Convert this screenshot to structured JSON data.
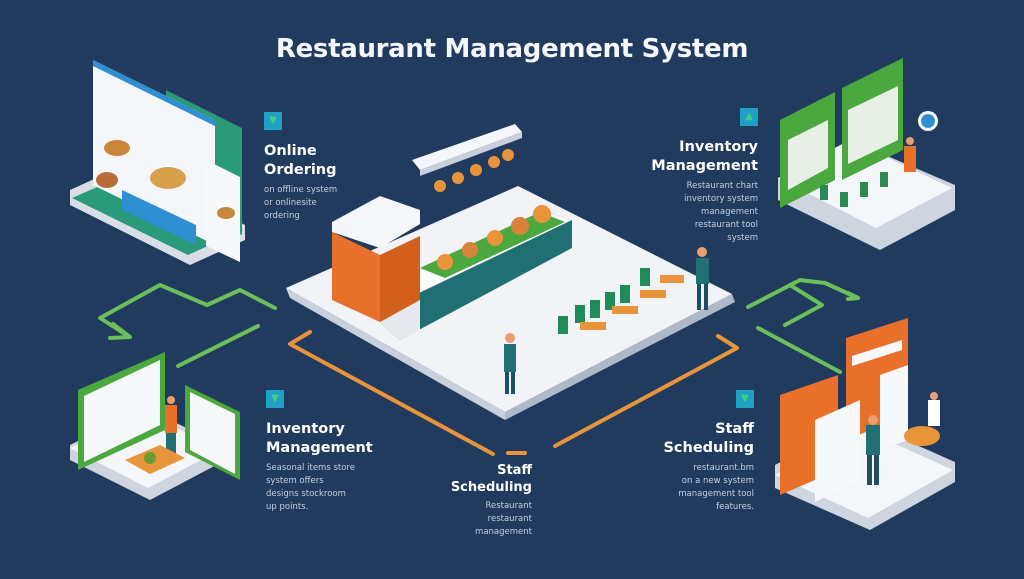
{
  "title": "Restaurant Management System",
  "colors": {
    "background": "#213b5f",
    "badge": "#1fa1c6",
    "connector_green": "#6cbf5a",
    "connector_orange": "#e8943a",
    "platform_top": "#f2f4f7",
    "platform_side": "#c9d0dc",
    "counter_teal": "#1f6f73",
    "accent_orange": "#e8702a",
    "screen_green": "#4aa83e"
  },
  "modules": [
    {
      "id": "online-ordering",
      "icon": "module-badge-icon",
      "heading_lines": [
        "Online",
        "Ordering"
      ],
      "desc_lines": [
        "on offline system",
        "or onlinesite",
        "ordering"
      ],
      "illustration": "laptop-and-phone-ordering-screen"
    },
    {
      "id": "inventory-management-top",
      "icon": "module-badge-icon",
      "heading_lines": [
        "Inventory",
        "Management"
      ],
      "desc_lines": [
        "Restaurant chart",
        "inventory system",
        "management",
        "restaurant tool",
        "system"
      ],
      "illustration": "green-screens-dining-table"
    },
    {
      "id": "inventory-management-bottom",
      "icon": "module-badge-icon",
      "heading_lines": [
        "Inventory",
        "Management"
      ],
      "desc_lines": [
        "Seasonal items store",
        "system offers",
        "designs stockroom",
        "up points."
      ],
      "illustration": "green-menu-boards"
    },
    {
      "id": "staff-scheduling-center",
      "icon": "",
      "heading_lines": [
        "Staff",
        "Scheduling"
      ],
      "desc_lines": [
        "Restaurant restaurant",
        "management"
      ],
      "illustration": ""
    },
    {
      "id": "staff-scheduling-right",
      "icon": "module-badge-icon",
      "heading_lines": [
        "Staff",
        "Scheduling"
      ],
      "desc_lines": [
        "restaurant.bm",
        "on a new system",
        "management tool",
        "features."
      ],
      "illustration": "orange-schedule-boards"
    }
  ],
  "center": {
    "illustration": "restaurant-kitchen-and-dining-floor"
  }
}
